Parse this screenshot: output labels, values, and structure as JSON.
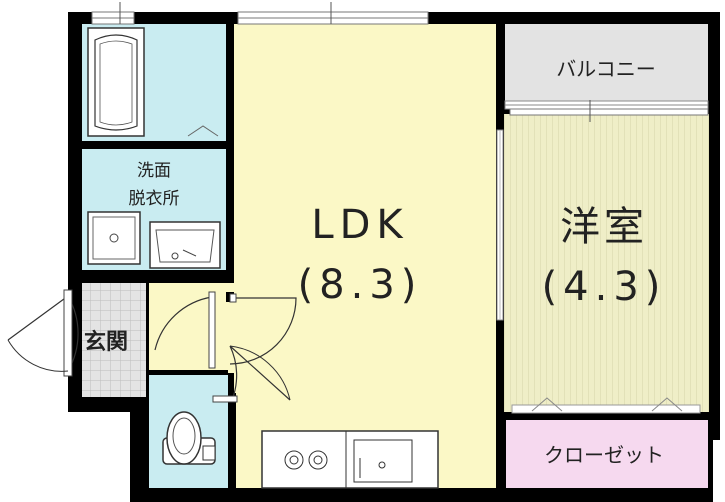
{
  "rooms": {
    "ldk": {
      "name": "LDK",
      "size": "(8.3)"
    },
    "western": {
      "name": "洋室",
      "size": "(4.3)"
    },
    "balcony": {
      "name": "バルコニー"
    },
    "closet": {
      "name": "クローゼット"
    },
    "washroom": {
      "line1": "洗面",
      "line2": "脱衣所"
    },
    "entrance": {
      "name": "玄関"
    }
  },
  "colors": {
    "wall": "#000000",
    "ldk_floor": "#fbf8c6",
    "western_floor": "#efeec7",
    "bath_floor": "#c9ecf1",
    "balcony_floor": "#e6e6e6",
    "closet_floor": "#f6d9ef",
    "entrance_tile": "#dcdcdc",
    "hall_floor": "#fbf8c6"
  }
}
